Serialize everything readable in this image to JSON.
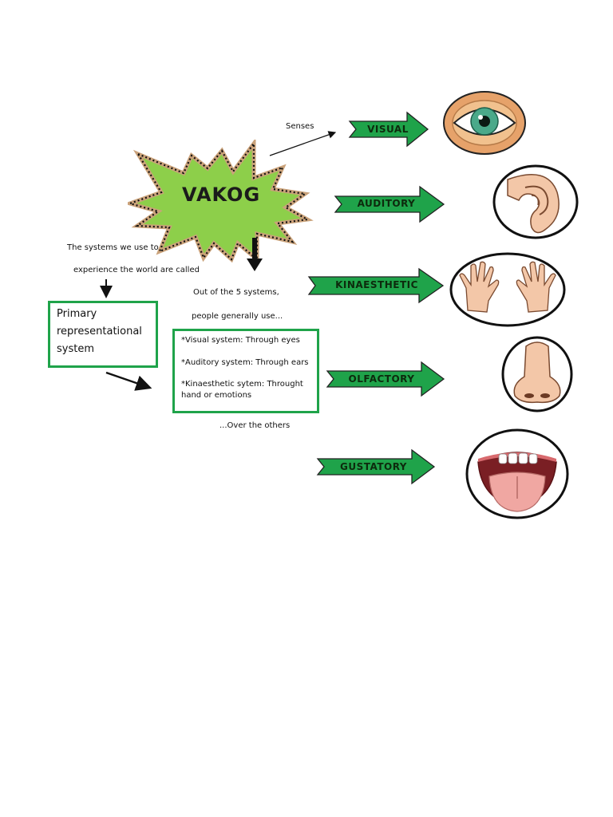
{
  "center": {
    "label": "VAKOG"
  },
  "senses_label": "Senses",
  "left_caption": {
    "line1": "The systems we use to",
    "line2": "experience the world are called"
  },
  "primary_box": {
    "line1": "Primary",
    "line2": "representational",
    "line3": "system"
  },
  "middle_caption": {
    "line1": "Out of the 5 systems,",
    "line2": "people generally use..."
  },
  "systems_box": {
    "item1": "*Visual system: Through eyes",
    "item2": "*Auditory system: Through ears",
    "item3a": "*Kinaesthetic sytem: Throught",
    "item3b": "hand or emotions"
  },
  "footer_caption": "...Over the others",
  "senses": [
    {
      "label": "VISUAL",
      "icon": "eye-icon"
    },
    {
      "label": "AUDITORY",
      "icon": "ear-icon"
    },
    {
      "label": "KINAESTHETIC",
      "icon": "hands-icon"
    },
    {
      "label": "OLFACTORY",
      "icon": "nose-icon"
    },
    {
      "label": "GUSTATORY",
      "icon": "mouth-icon"
    }
  ],
  "colors": {
    "accent": "#1fa34a",
    "burst": "#8dcf4a",
    "skin": "#f3c7a8",
    "iris": "#4aa98a"
  }
}
